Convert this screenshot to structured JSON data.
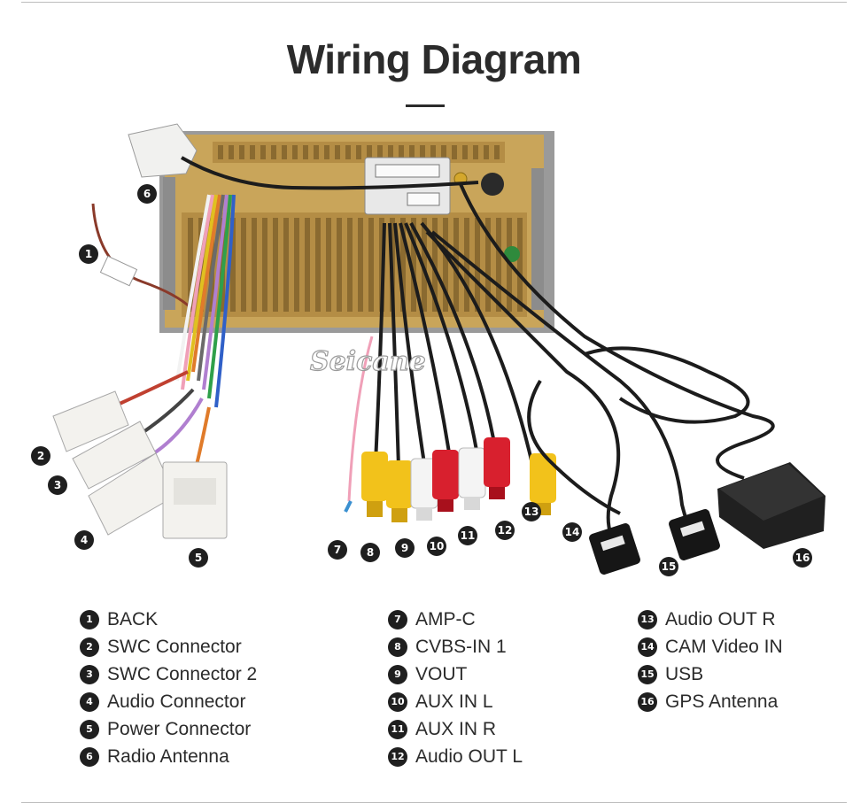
{
  "title": "Wiring Diagram",
  "watermark": "Seicane",
  "callouts": [
    "1",
    "2",
    "3",
    "4",
    "5",
    "6",
    "7",
    "8",
    "9",
    "10",
    "11",
    "12",
    "13",
    "14",
    "15",
    "16"
  ],
  "legend": {
    "col1": [
      {
        "num": "1",
        "label": "BACK"
      },
      {
        "num": "2",
        "label": "SWC Connector"
      },
      {
        "num": "3",
        "label": "SWC Connector 2"
      },
      {
        "num": "4",
        "label": "Audio Connector"
      },
      {
        "num": "5",
        "label": "Power Connector"
      },
      {
        "num": "6",
        "label": "Radio Antenna"
      }
    ],
    "col2": [
      {
        "num": "7",
        "label": "AMP-C"
      },
      {
        "num": "8",
        "label": "CVBS-IN 1"
      },
      {
        "num": "9",
        "label": "VOUT"
      },
      {
        "num": "10",
        "label": "AUX IN L"
      },
      {
        "num": "11",
        "label": "AUX IN R"
      },
      {
        "num": "12",
        "label": "Audio OUT L"
      }
    ],
    "col3": [
      {
        "num": "13",
        "label": "Audio OUT R"
      },
      {
        "num": "14",
        "label": "CAM Video IN"
      },
      {
        "num": "15",
        "label": "USB"
      },
      {
        "num": "16",
        "label": "GPS Antenna"
      }
    ]
  },
  "colors": {
    "chassis_gold": "#c9a55a",
    "chassis_dark": "#9a7a3a",
    "rca_yellow": "#f2c21b",
    "rca_red": "#d8202e",
    "rca_white": "#f4f4f4",
    "cable_black": "#1c1c1c",
    "badge": "#1f1f1f"
  }
}
